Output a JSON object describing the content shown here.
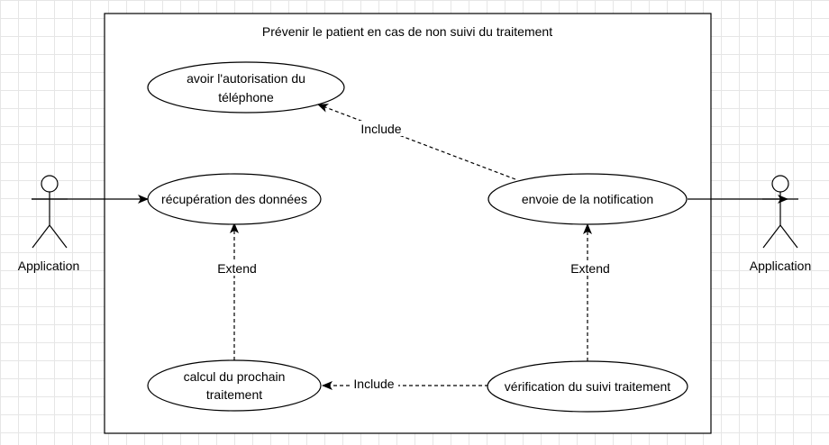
{
  "system": {
    "title": "Prévenir le patient en cas de non suivi du traitement"
  },
  "actors": [
    {
      "id": "actor-left",
      "label": "Application"
    },
    {
      "id": "actor-right",
      "label": "Application"
    }
  ],
  "use_cases": [
    {
      "id": "uc-autorisation",
      "lines": [
        "avoir l'autorisation du",
        "téléphone"
      ]
    },
    {
      "id": "uc-recuperation",
      "lines": [
        "récupération des données"
      ]
    },
    {
      "id": "uc-notification",
      "lines": [
        "envoie de la notification"
      ]
    },
    {
      "id": "uc-calcul",
      "lines": [
        "calcul du prochain",
        "traitement"
      ]
    },
    {
      "id": "uc-verification",
      "lines": [
        "vérification du suivi traitement"
      ]
    }
  ],
  "relations": [
    {
      "from": "actor-left",
      "to": "uc-recuperation",
      "type": "association",
      "label": ""
    },
    {
      "from": "uc-notification",
      "to": "actor-right",
      "type": "association",
      "label": ""
    },
    {
      "from": "uc-notification",
      "to": "uc-autorisation",
      "type": "include",
      "label": "Include"
    },
    {
      "from": "uc-calcul",
      "to": "uc-recuperation",
      "type": "extend",
      "label": "Extend"
    },
    {
      "from": "uc-verification",
      "to": "uc-notification",
      "type": "extend",
      "label": "Extend"
    },
    {
      "from": "uc-verification",
      "to": "uc-calcul",
      "type": "include",
      "label": "Include"
    }
  ]
}
